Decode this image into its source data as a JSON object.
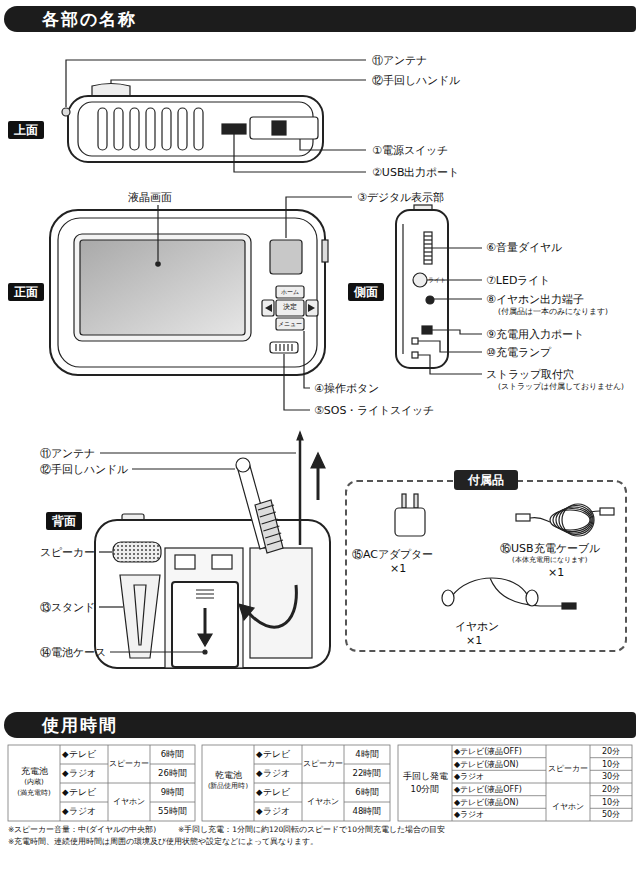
{
  "diagram": {
    "nodes": [
      {
        "text": [
          "各部の名称"
        ]
      },
      {
        "text": [
          "上面"
        ]
      },
      {
        "text": [
          "正面"
        ]
      },
      {
        "text": [
          "側面"
        ]
      },
      {
        "text": [
          "背面"
        ]
      },
      {
        "text": [
          "付属品"
        ]
      },
      {
        "text": [
          "使用時間"
        ]
      }
    ],
    "labels": [
      "⑪アンテナ",
      "⑫手回しハンドル",
      "①電源スイッチ",
      "②USB出力ポート",
      "液晶画面",
      "③デジタル表示部",
      "ホーム",
      "決定",
      "メニュー",
      "④操作ボタン",
      "⑤SOS・ライトスイッチ",
      "ライト",
      "⑥音量ダイヤル",
      "⑦LEDライト",
      "⑧イヤホン出力端子",
      "(付属品は一本のみになります)",
      "⑨充電用入力ポート",
      "⑩充電ランプ",
      "ストラップ取付穴",
      "(ストラップは付属しておりません)",
      "⑪アンテナ",
      "⑫手回しハンドル",
      "スピーカー",
      "⑬スタンド",
      "⑭電池ケース",
      "⑮ACアダプター",
      "×1",
      "⑯USB充電ケーブル",
      "(本体充電用になります)",
      "×1",
      "イヤホン",
      "×1",
      "充電池",
      "(内蔵)",
      "(満充電時)",
      "◆テレビ",
      "◆ラジオ",
      "◆テレビ",
      "◆ラジオ",
      "スピーカー",
      "イヤホン",
      "6時間",
      "26時間",
      "9時間",
      "55時間",
      "乾電池",
      "(新品使用時)",
      "◆テレビ",
      "◆ラジオ",
      "◆テレビ",
      "◆ラジオ",
      "スピーカー",
      "イヤホン",
      "4時間",
      "22時間",
      "6時間",
      "48時間",
      "手回し発電",
      "10分間",
      "◆テレビ(液晶OFF)",
      "◆テレビ(液晶ON)",
      "◆ラジオ",
      "◆テレビ(液晶OFF)",
      "◆テレビ(液晶ON)",
      "◆ラジオ",
      "スピーカー",
      "イヤホン",
      "20分",
      "10分",
      "30分",
      "20分",
      "10分",
      "50分",
      "※スピーカー音量：中(ダイヤルの中央部)",
      "※手回し充電：1分間に約120回転のスピードで10分間充電した場合の目安",
      "※充電時間、連続使用時間は周囲の環境及び使用状態や設定などによって異なります。"
    ]
  }
}
